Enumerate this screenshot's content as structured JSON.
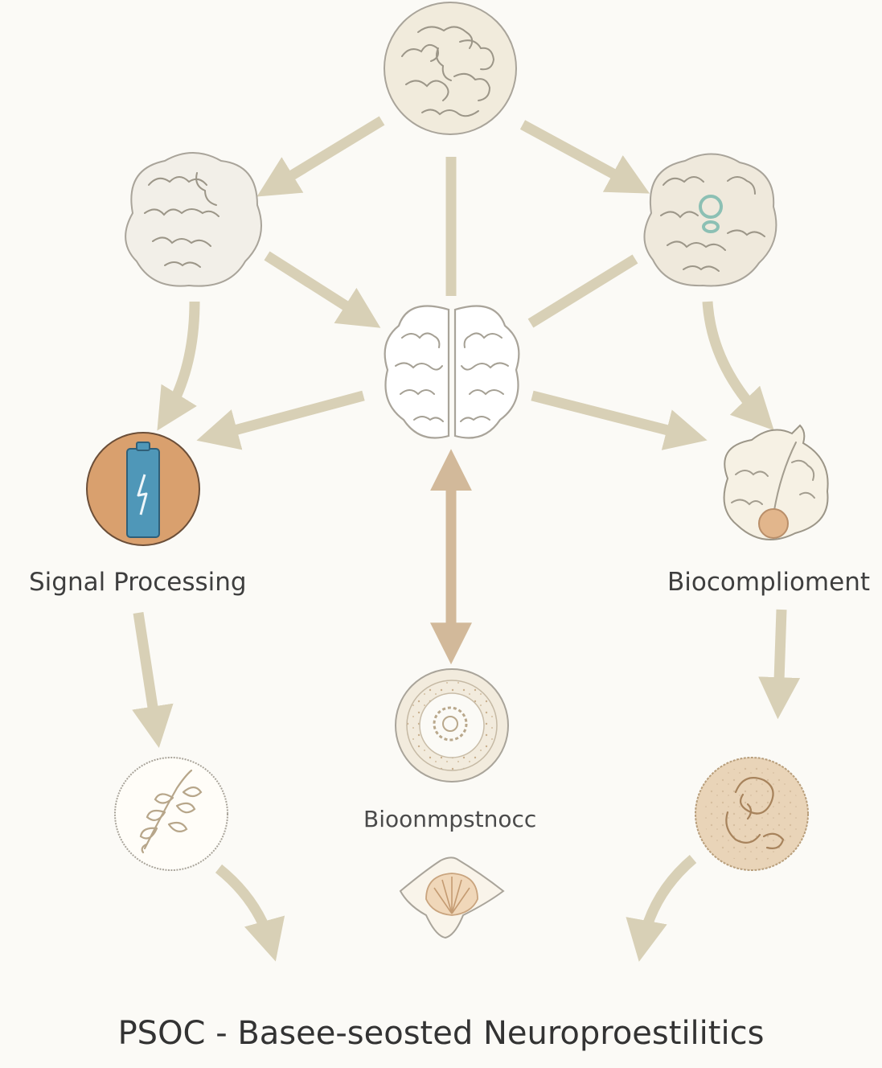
{
  "labels": {
    "signal_processing": "Signal Processing",
    "biocompliment": "Biocomplioment",
    "bioimpedance": "Bioonmpstnocc",
    "title": "PSOC - Basee-seosted Neuroproestilitics"
  },
  "colors": {
    "background": "#fbfaf6",
    "arrow": "#d8d0b6",
    "arrow_dark": "#d2b99a",
    "outline": "#a9a49a",
    "brain_fill": "#f4efe3",
    "battery_circle": "#d9a06e",
    "battery_body": "#4f97b8",
    "accent_orange": "#e2b68c"
  },
  "icons": [
    "top-brain-icon",
    "left-brain-icon",
    "right-brain-icon",
    "center-brain-icon",
    "battery-icon",
    "organ-icon",
    "cell-icon",
    "plant-icon",
    "shell-icon",
    "tissue-icon"
  ]
}
